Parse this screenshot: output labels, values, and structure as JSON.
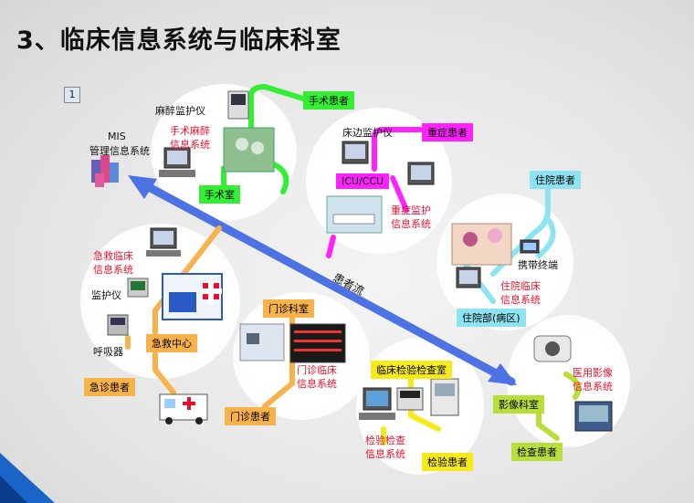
{
  "title": "3、临床信息系统与临床科室",
  "slide_number": "1",
  "mis": {
    "line1": "MIS",
    "line2": "管理信息系统"
  },
  "patient_flow": "患者流",
  "surgery": {
    "monitor": "麻醉监护仪",
    "system": [
      "手术麻醉",
      "信息系统"
    ],
    "room": "手术室",
    "patient": "手术患者"
  },
  "icu": {
    "monitor": "床边监护仪",
    "room": "ICU/CCU",
    "system": [
      "重症监护",
      "信息系统"
    ],
    "patient": "重症患者"
  },
  "inpatient": {
    "patient": "住院患者",
    "terminal": "携带终端",
    "system": [
      "住院临床",
      "信息系统"
    ],
    "ward": "住院部(病区)"
  },
  "emergency": {
    "system": [
      "急救临床",
      "信息系统"
    ],
    "monitor": "监护仪",
    "ventilator": "呼吸器",
    "center": "急救中心",
    "patient": "急诊患者"
  },
  "outpatient": {
    "room": "门诊科室",
    "system": [
      "门诊临床",
      "信息系统"
    ],
    "patient": "门诊患者"
  },
  "lab": {
    "room": "临床检验检查室",
    "system": [
      "检验检查",
      "信息系统"
    ],
    "patient": "检验患者"
  },
  "imaging": {
    "room": "影像科室",
    "system": [
      "医用影像",
      "信息系统"
    ],
    "patient": "检查患者"
  },
  "colors": {
    "surgery": "#33cc33",
    "icu": "#ff00ff",
    "inpatient": "#7fd9ec",
    "emergency": "#f5a623",
    "outpatient": "#f5a623",
    "lab": "#f0e614",
    "imaging": "#b2d83a",
    "flow": "#4d72e3"
  }
}
